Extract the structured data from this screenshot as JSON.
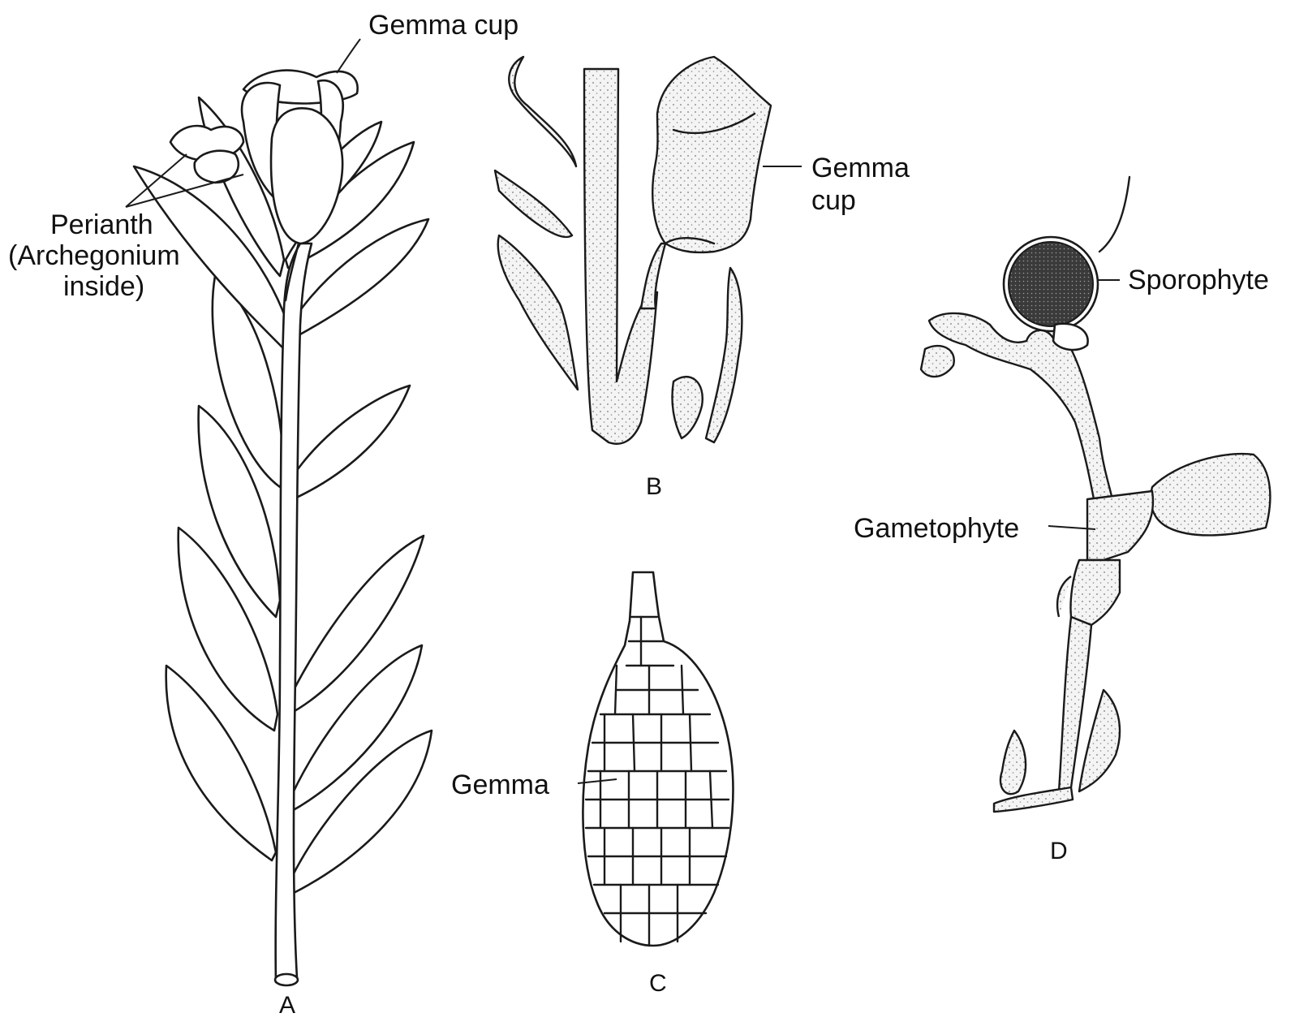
{
  "labels": {
    "gemma_cup_a": "Gemma cup",
    "perianth_line1": "Perianth",
    "perianth_line2": "(Archegonium",
    "perianth_line3": "inside)",
    "gemma_cup_b_line1": "Gemma",
    "gemma_cup_b_line2": "cup",
    "gemma_c": "Gemma",
    "sporophyte": "Sporophyte",
    "gametophyte": "Gametophyte"
  },
  "panels": {
    "a": "A",
    "b": "B",
    "c": "C",
    "d": "D"
  }
}
